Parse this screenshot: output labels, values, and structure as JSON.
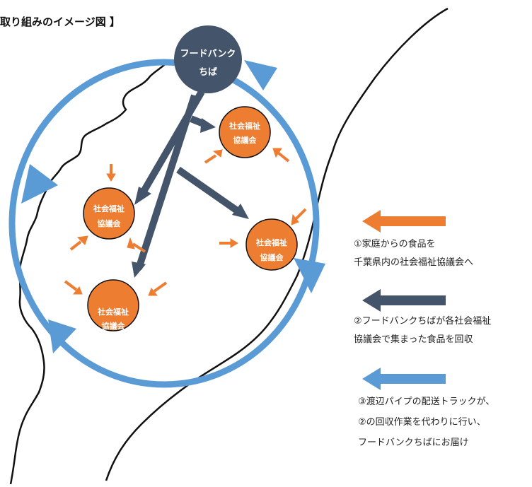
{
  "title": "取り組みのイメージ図 】",
  "hub": {
    "line1": "フードバンク",
    "line2": "ちば"
  },
  "councils": [
    {
      "line1": "社会福祉",
      "line2": "協議会"
    },
    {
      "line1": "社会福祉",
      "line2": "協議会"
    },
    {
      "line1": "社会福祉",
      "line2": "協議会"
    },
    {
      "line1": "社会福祉",
      "line2": "協議会"
    }
  ],
  "legend": [
    {
      "lines": [
        "①家庭からの食品を",
        "千葉県内の社会福祉協議会へ"
      ],
      "color": "#ed7d31"
    },
    {
      "lines": [
        "②フードバンクちばが各社会福祉",
        "協議会で集まった食品を回収"
      ],
      "color": "#44546a"
    },
    {
      "lines": [
        "③渡辺パイプの配送トラックが、",
        "②の回収作業を代わりに行い、",
        "フードバンクちばにお届け"
      ],
      "color": "#5b9bd5"
    }
  ],
  "colors": {
    "orange": "#ed7d31",
    "navy": "#44546a",
    "blue": "#5b9bd5",
    "map_outline": "#111111"
  }
}
